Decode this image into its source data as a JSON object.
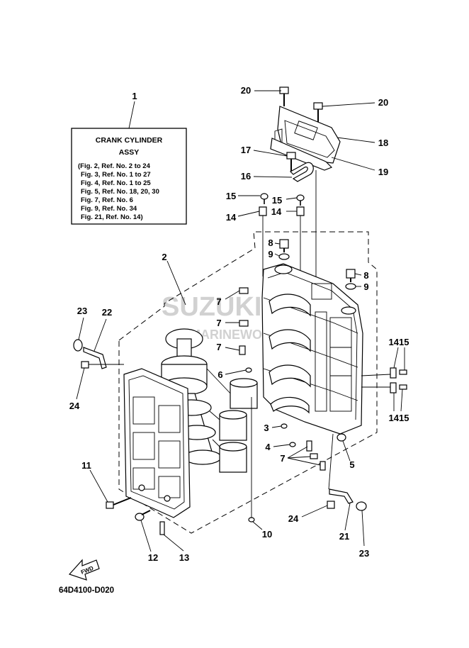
{
  "watermark": {
    "brand": "SUZUKI",
    "sub": "MARINEWORLD"
  },
  "info_box": {
    "title_line1": "CRANK CYLINDER",
    "title_line2": "ASSY",
    "lines": [
      "(Fig. 2, Ref. No. 2 to 24",
      "Fig. 3, Ref. No. 1 to 27",
      "Fig. 4, Ref. No. 1 to 25",
      "Fig. 5, Ref. No. 18, 20, 30",
      "Fig. 7, Ref. No. 6",
      "Fig. 9, Ref. No. 34",
      "Fig. 21, Ref. No. 14)"
    ]
  },
  "callouts": {
    "c1": "1",
    "c2": "2",
    "c3": "3",
    "c4": "4",
    "c5": "5",
    "c6": "6",
    "c7a": "7",
    "c7b": "7",
    "c7c": "7",
    "c7d": "7",
    "c8a": "8",
    "c8b": "8",
    "c9a": "9",
    "c9b": "9",
    "c10": "10",
    "c11": "11",
    "c12": "12",
    "c13": "13",
    "c14a": "14",
    "c14b": "14",
    "c14c": "1415",
    "c14d": "1415",
    "c15a": "15",
    "c15b": "15",
    "c16": "16",
    "c17": "17",
    "c18": "18",
    "c19": "19",
    "c20a": "20",
    "c20b": "20",
    "c21": "21",
    "c22": "22",
    "c23a": "23",
    "c23b": "23",
    "c24a": "24",
    "c24b": "24"
  },
  "fwd_label": "FWD",
  "drawing_code": "64D4100-D020"
}
